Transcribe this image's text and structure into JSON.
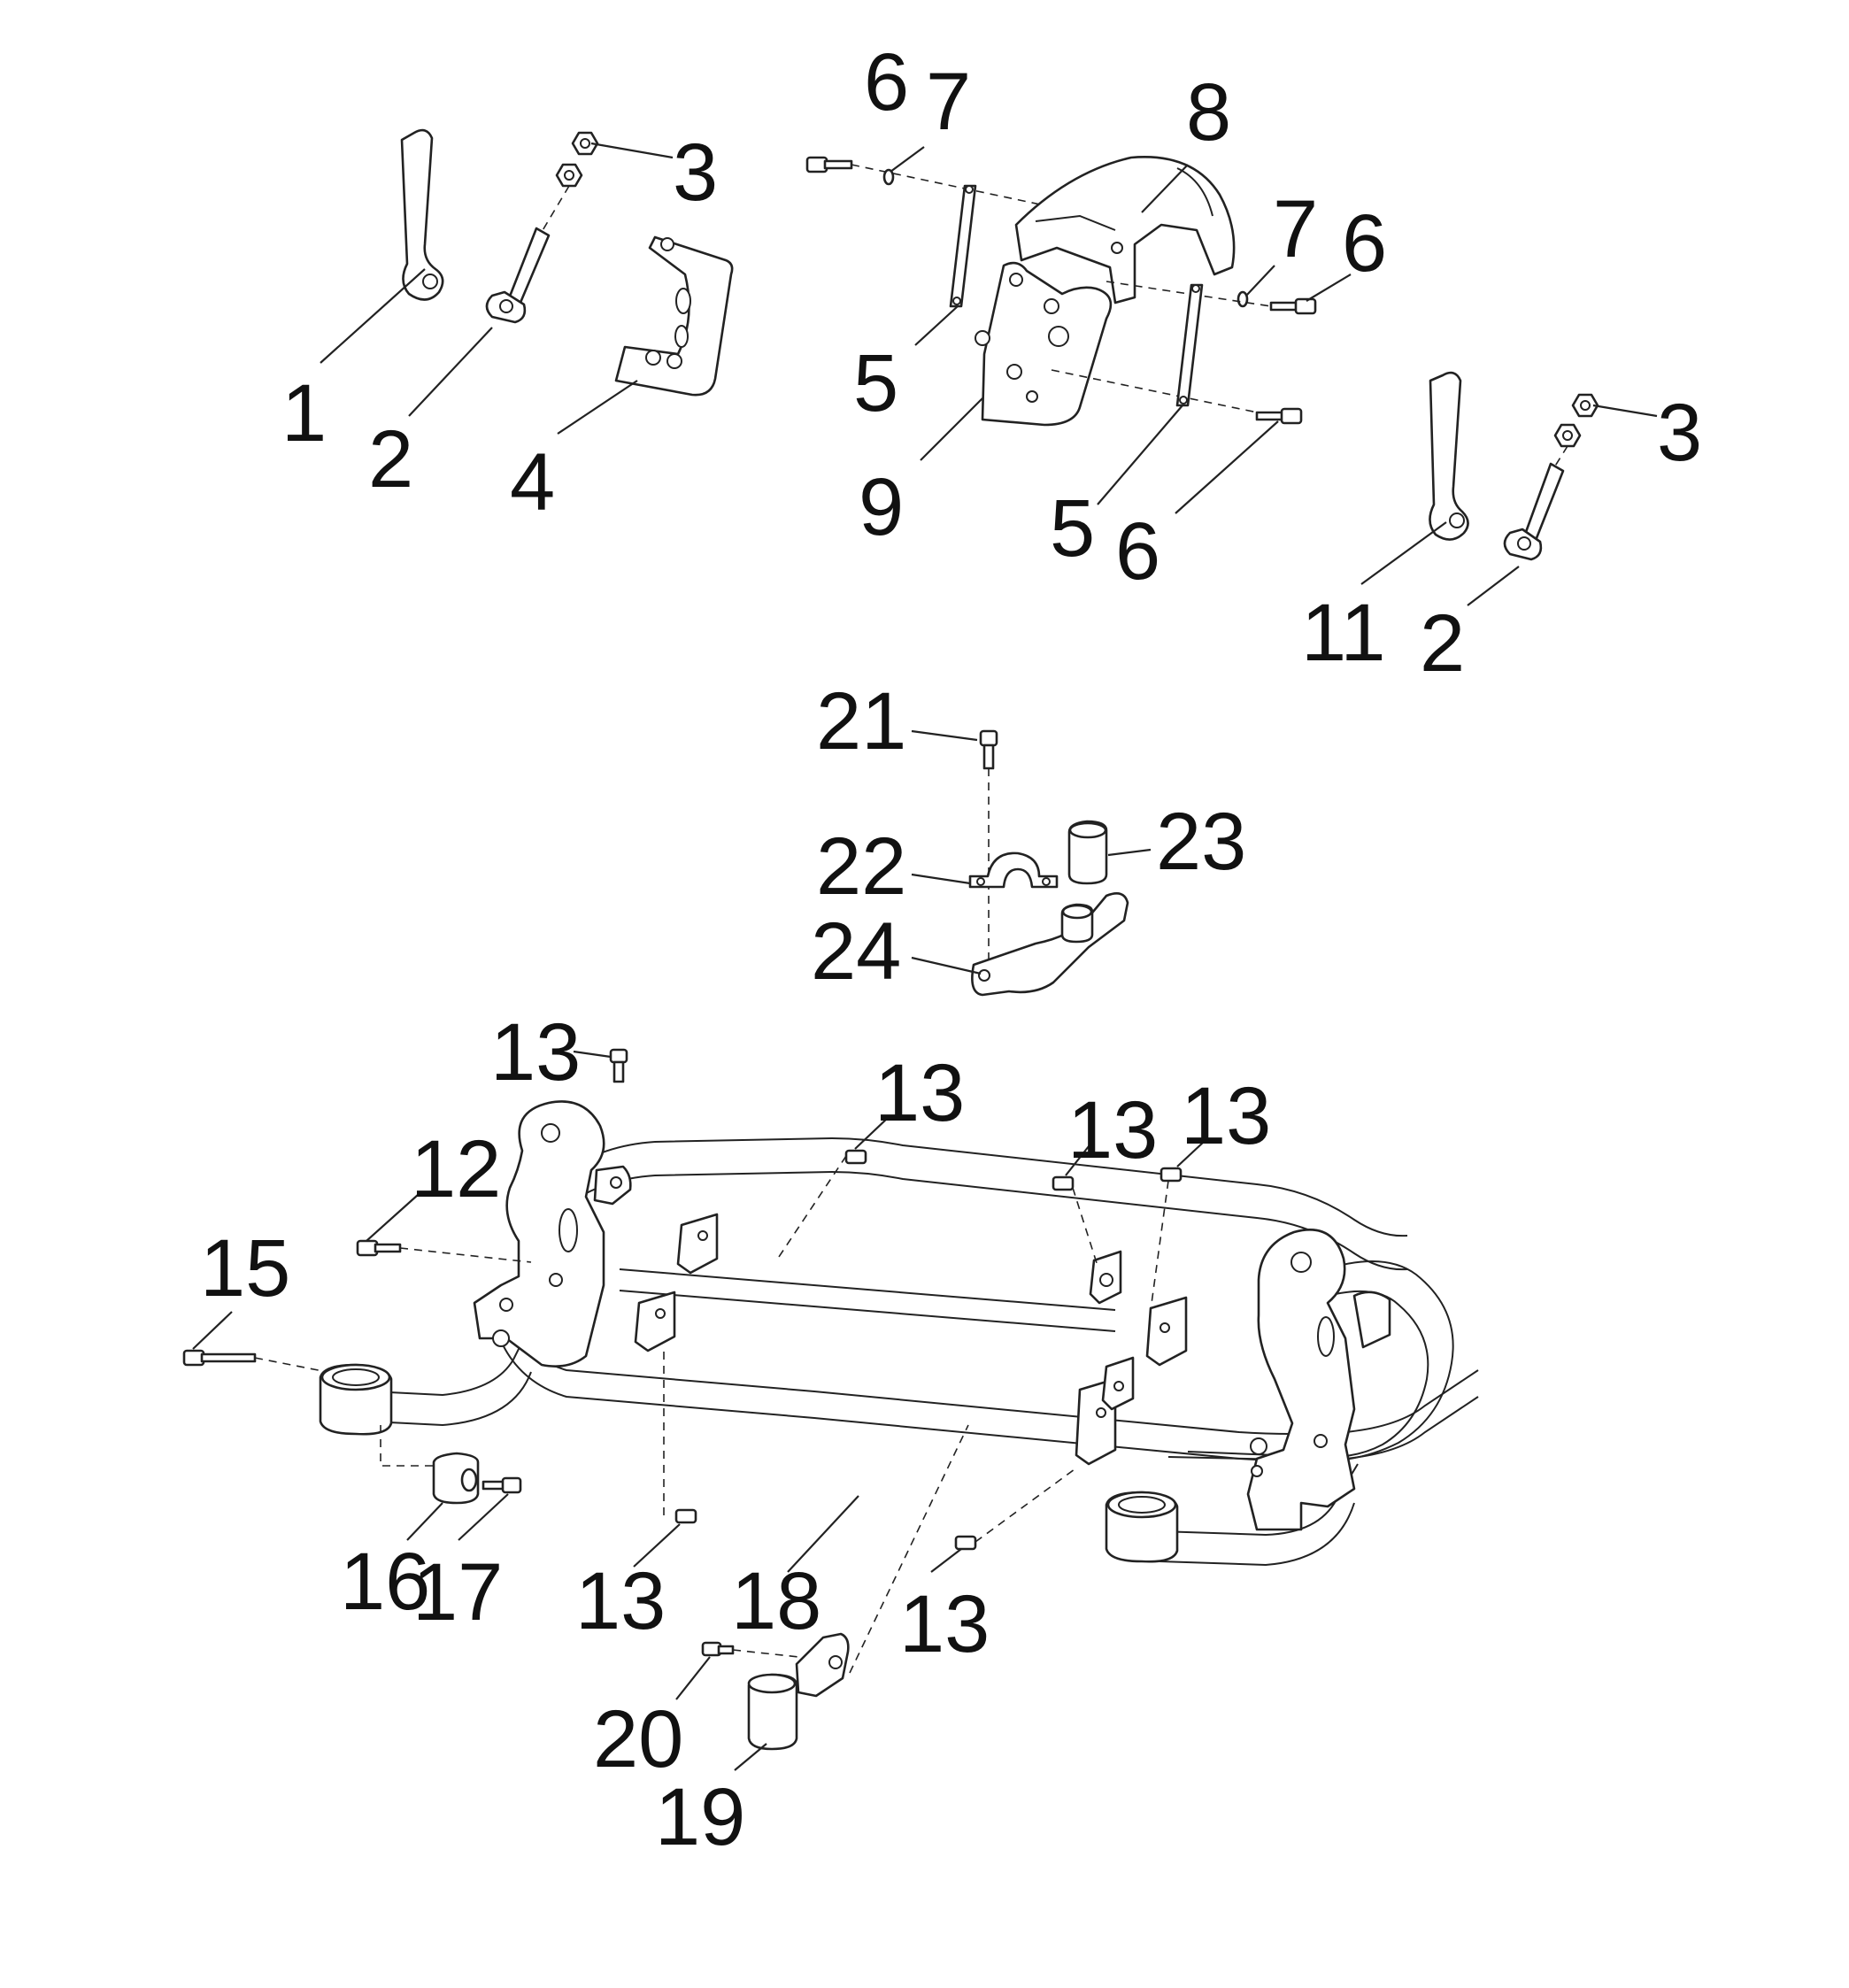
{
  "diagram": {
    "callouts": [
      {
        "id": "c1",
        "text": "1"
      },
      {
        "id": "c2a",
        "text": "2"
      },
      {
        "id": "c3a",
        "text": "3"
      },
      {
        "id": "c4",
        "text": "4"
      },
      {
        "id": "c6a",
        "text": "6"
      },
      {
        "id": "c7a",
        "text": "7"
      },
      {
        "id": "c8",
        "text": "8"
      },
      {
        "id": "c7b",
        "text": "7"
      },
      {
        "id": "c6b",
        "text": "6"
      },
      {
        "id": "c5a",
        "text": "5"
      },
      {
        "id": "c9",
        "text": "9"
      },
      {
        "id": "c5b",
        "text": "5"
      },
      {
        "id": "c6c",
        "text": "6"
      },
      {
        "id": "c3b",
        "text": "3"
      },
      {
        "id": "c11",
        "text": "11"
      },
      {
        "id": "c2b",
        "text": "2"
      },
      {
        "id": "c21",
        "text": "21"
      },
      {
        "id": "c22",
        "text": "22"
      },
      {
        "id": "c23",
        "text": "23"
      },
      {
        "id": "c24",
        "text": "24"
      },
      {
        "id": "c13a",
        "text": "13"
      },
      {
        "id": "c13b",
        "text": "13"
      },
      {
        "id": "c13c",
        "text": "13"
      },
      {
        "id": "c13d",
        "text": "13"
      },
      {
        "id": "c12",
        "text": "12"
      },
      {
        "id": "c15",
        "text": "15"
      },
      {
        "id": "c16",
        "text": "16"
      },
      {
        "id": "c17",
        "text": "17"
      },
      {
        "id": "c13e",
        "text": "13"
      },
      {
        "id": "c18",
        "text": "18"
      },
      {
        "id": "c13f",
        "text": "13"
      },
      {
        "id": "c20",
        "text": "20"
      },
      {
        "id": "c19",
        "text": "19"
      }
    ]
  }
}
